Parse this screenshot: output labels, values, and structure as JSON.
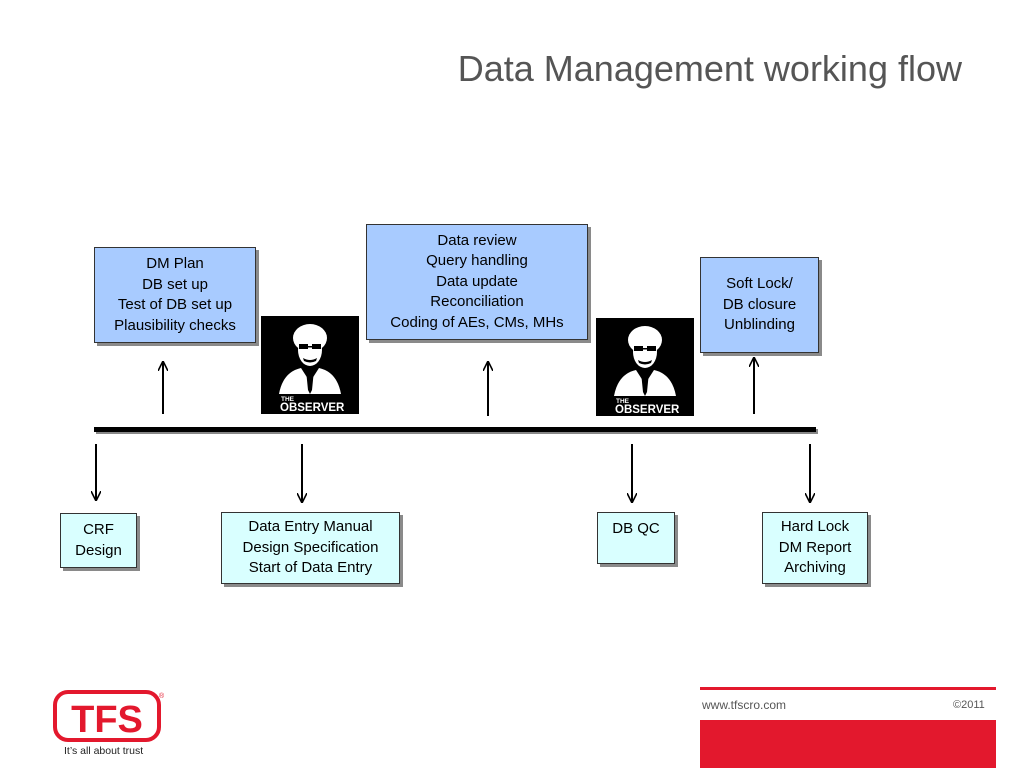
{
  "title": "Data Management working flow",
  "top_boxes": {
    "dm_plan": [
      "DM Plan",
      "DB set up",
      "Test of DB set up",
      "Plausibility checks"
    ],
    "data_review": [
      "Data review",
      "Query handling",
      "Data update",
      "Reconciliation",
      "Coding of AEs, CMs, MHs"
    ],
    "soft_lock": [
      "Soft Lock/",
      "DB closure",
      "Unblinding"
    ]
  },
  "bottom_boxes": {
    "crf": [
      "CRF",
      "Design"
    ],
    "data_entry": [
      "Data Entry Manual",
      "Design Specification",
      "Start of Data Entry"
    ],
    "db_qc": [
      "DB QC"
    ],
    "hard_lock": [
      "Hard Lock",
      "DM Report",
      "Archiving"
    ]
  },
  "observer": {
    "line1": "THE",
    "line2": "OBSERVER"
  },
  "logo": {
    "text": "TFS",
    "registered": "®",
    "tagline": "It’s all about trust"
  },
  "footer": {
    "url": "www.tfscro.com",
    "copyright": "©2011"
  },
  "colors": {
    "box_blue": "#a8cbff",
    "box_cyan": "#d9ffff",
    "brand_red": "#e3182d"
  }
}
